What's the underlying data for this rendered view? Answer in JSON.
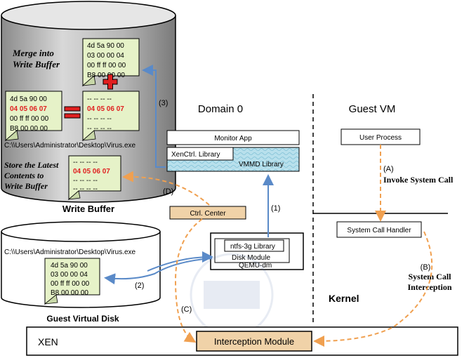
{
  "labels": {
    "write_buffer": "Write Buffer",
    "merge_line1": "Merge into",
    "merge_line2": "Write Buffer",
    "store_line1": "Store the Latest",
    "store_line2": "Contents to",
    "store_line3": "Write Buffer",
    "path_top": "C:\\\\Users\\Administrator\\Desktop\\Virus.exe",
    "path_disk": "C:\\\\Users\\Administrator\\Desktop\\Virus.exe",
    "guest_virtual_disk": "Guest Virtual Disk",
    "domain0": "Domain 0",
    "guest_vm": "Guest VM",
    "monitor_app": "Monitor App",
    "xenctrl_library": "XenCtrl. Library",
    "vmmd_library": "VMMD Library",
    "ctrl_center": "Ctrl. Center",
    "ntfs3g_library": "ntfs-3g Library",
    "disk_module": "Disk Module",
    "qemu_dm": "QEMU-dm",
    "user_process": "User Process",
    "system_call_handler": "System Call Handler",
    "kernel": "Kernel",
    "xen": "XEN",
    "interception_module": "Interception Module",
    "step_a": "(A)",
    "invoke_system_call": "Invoke System Call",
    "step_b": "(B)",
    "system_call_line1": "System Call",
    "system_call_line2": "Interception",
    "step_c": "(C)",
    "step_d": "(D)",
    "step_1": "(1)",
    "step_2": "(2)",
    "step_3": "(3)"
  },
  "notes": {
    "merged": [
      "4d 5a 90 00",
      "03 00 00 04",
      "00 ff ff 00 00",
      "B8 00 00 00"
    ],
    "original": [
      "4d 5a 90 00",
      "04 05 06 07",
      "00 ff ff 00 00",
      "B8 00 00 00"
    ],
    "delta": [
      "-- -- -- --",
      "04 05 06 07",
      "-- -- -- --",
      "-- -- -- --"
    ],
    "latest": [
      "-- -- -- --",
      "04 05 06 07",
      "-- -- -- --",
      "-- -- -- --"
    ],
    "disk": [
      "4d 5a 90 00",
      "03 00 00 04",
      "00 ff ff 00 00",
      "B8 00 00 00"
    ]
  },
  "colors": {
    "highlight_red": "#e02020",
    "note_fill": "#e6f2c8",
    "cylinder_gray": "#b8b8b8",
    "orange_dash": "#f0a050",
    "blue_arrow": "#5a8ac8",
    "ctrl_fill": "#f0d2a8",
    "library_fill": "#a8d8e8"
  }
}
